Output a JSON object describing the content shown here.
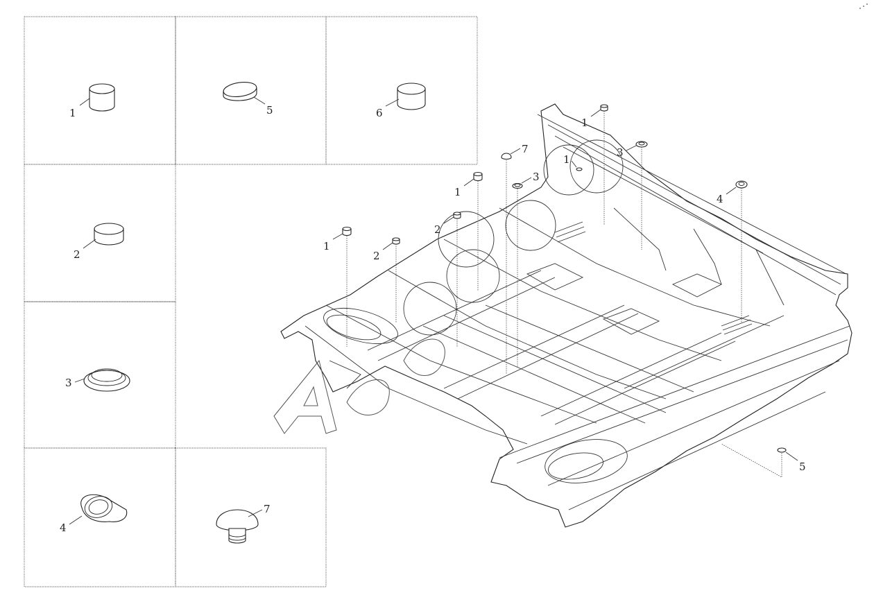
{
  "legend_cells": [
    {
      "id": "cell-1",
      "label": "1"
    },
    {
      "id": "cell-5",
      "label": "5"
    },
    {
      "id": "cell-6",
      "label": "6"
    },
    {
      "id": "cell-2",
      "label": "2"
    },
    {
      "id": "cell-3",
      "label": "3"
    },
    {
      "id": "cell-4",
      "label": "4"
    },
    {
      "id": "cell-7",
      "label": "7"
    }
  ],
  "callouts": [
    {
      "label": "1"
    },
    {
      "label": "1"
    },
    {
      "label": "1"
    },
    {
      "label": "1"
    },
    {
      "label": "2"
    },
    {
      "label": "2"
    },
    {
      "label": "3"
    },
    {
      "label": "3"
    },
    {
      "label": "4"
    },
    {
      "label": "5"
    },
    {
      "label": "7"
    }
  ]
}
